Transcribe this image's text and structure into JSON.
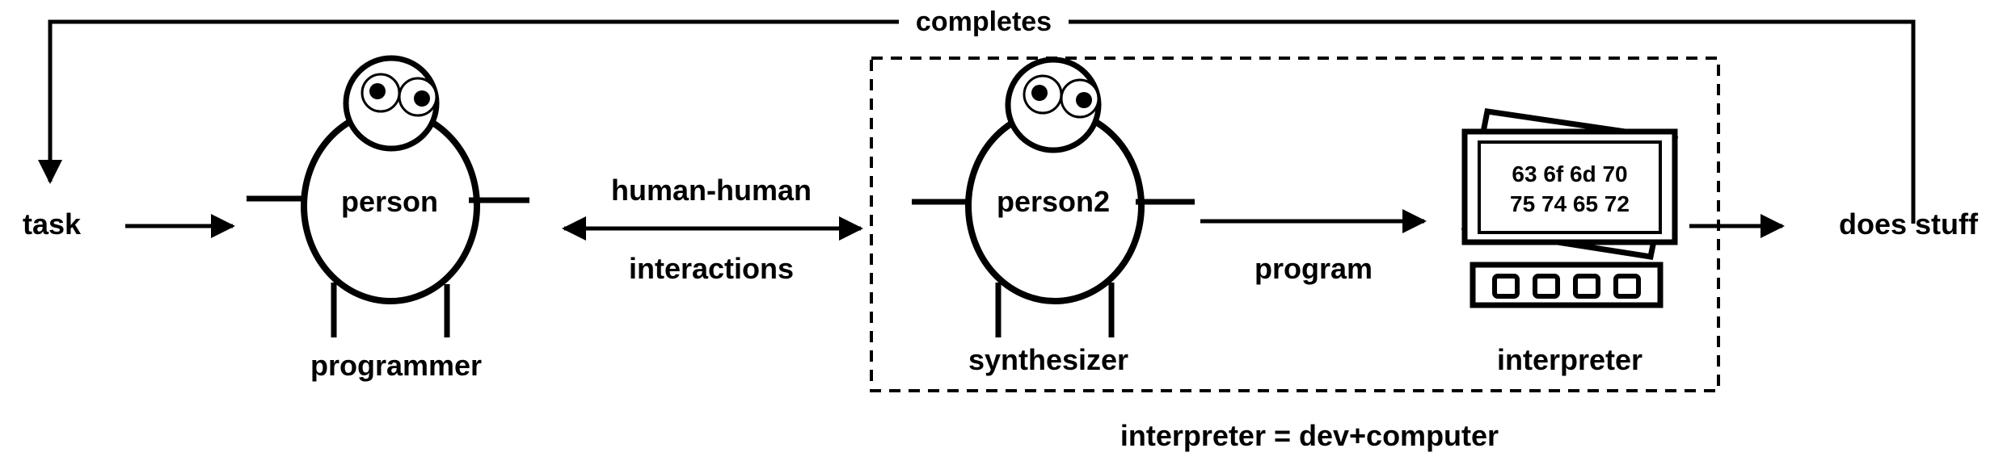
{
  "labels": {
    "completes": "completes",
    "task": "task",
    "does_stuff": "does stuff",
    "interaction_line1": "human-human",
    "interaction_line2": "interactions",
    "program": "program",
    "footer": "interpreter = dev+computer"
  },
  "nodes": {
    "programmer": {
      "body_label": "person",
      "caption": "programmer"
    },
    "synthesizer": {
      "body_label": "person2",
      "caption": "synthesizer"
    },
    "interpreter": {
      "screen_line1": "63 6f 6d 70",
      "screen_line2": "75 74 65 72",
      "caption": "interpreter"
    }
  },
  "colors": {
    "ink": "#000000",
    "background": "#ffffff"
  }
}
